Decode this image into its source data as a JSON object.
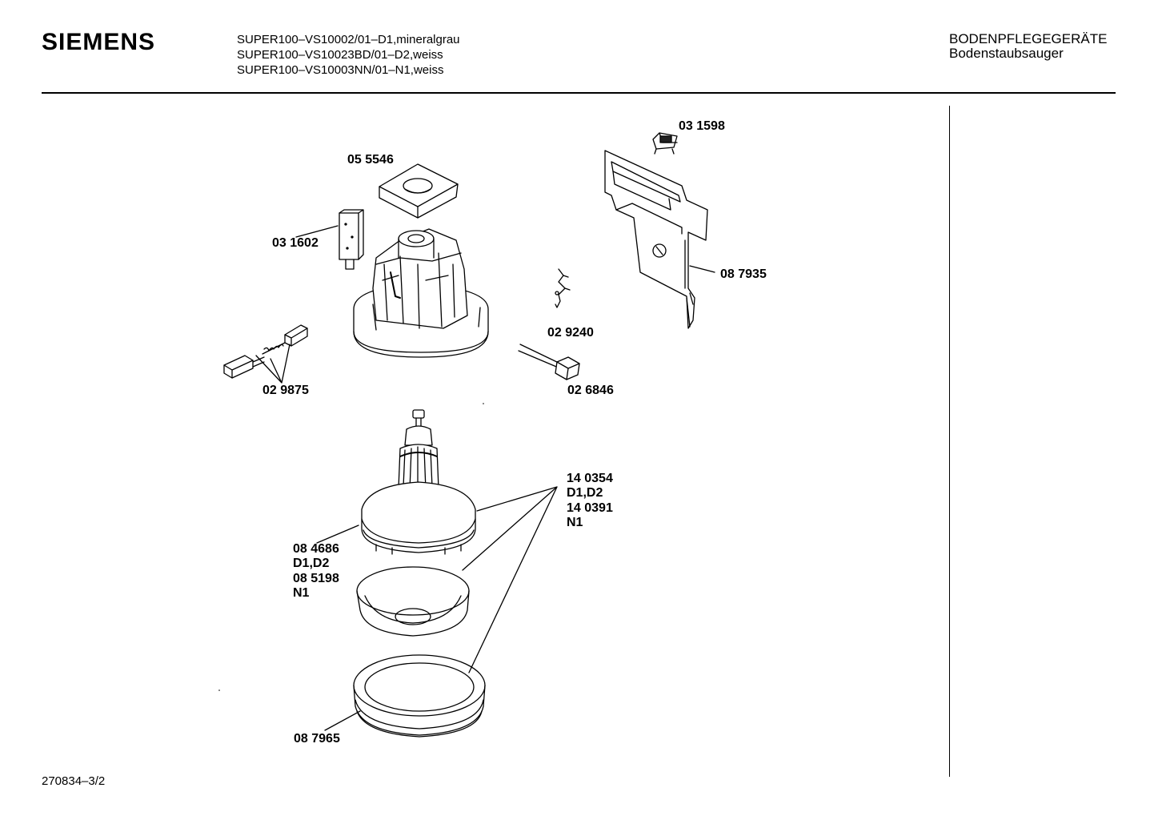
{
  "header": {
    "brand": "SIEMENS",
    "models": [
      "SUPER100–VS10002/01–D1,mineralgrau",
      "SUPER100–VS10023BD/01–D2,weiss",
      "SUPER100–VS10003NN/01–N1,weiss"
    ],
    "category": "BODENPFLEGEGERÄTE",
    "subcategory": "Bodenstaubsauger"
  },
  "parts": {
    "p031598": "03 1598",
    "p055546": "05 5546",
    "p031602": "03 1602",
    "p087935": "08 7935",
    "p029240": "02 9240",
    "p029875": "02 9875",
    "p026846": "02 6846",
    "p140354": [
      "14 0354",
      "D1,D2",
      "14 0391",
      "N1"
    ],
    "p084686": [
      "08 4686",
      "D1,D2",
      "08 5198",
      "N1"
    ],
    "p087965": "08 7965"
  },
  "footer": {
    "code": "270834–3/2"
  }
}
